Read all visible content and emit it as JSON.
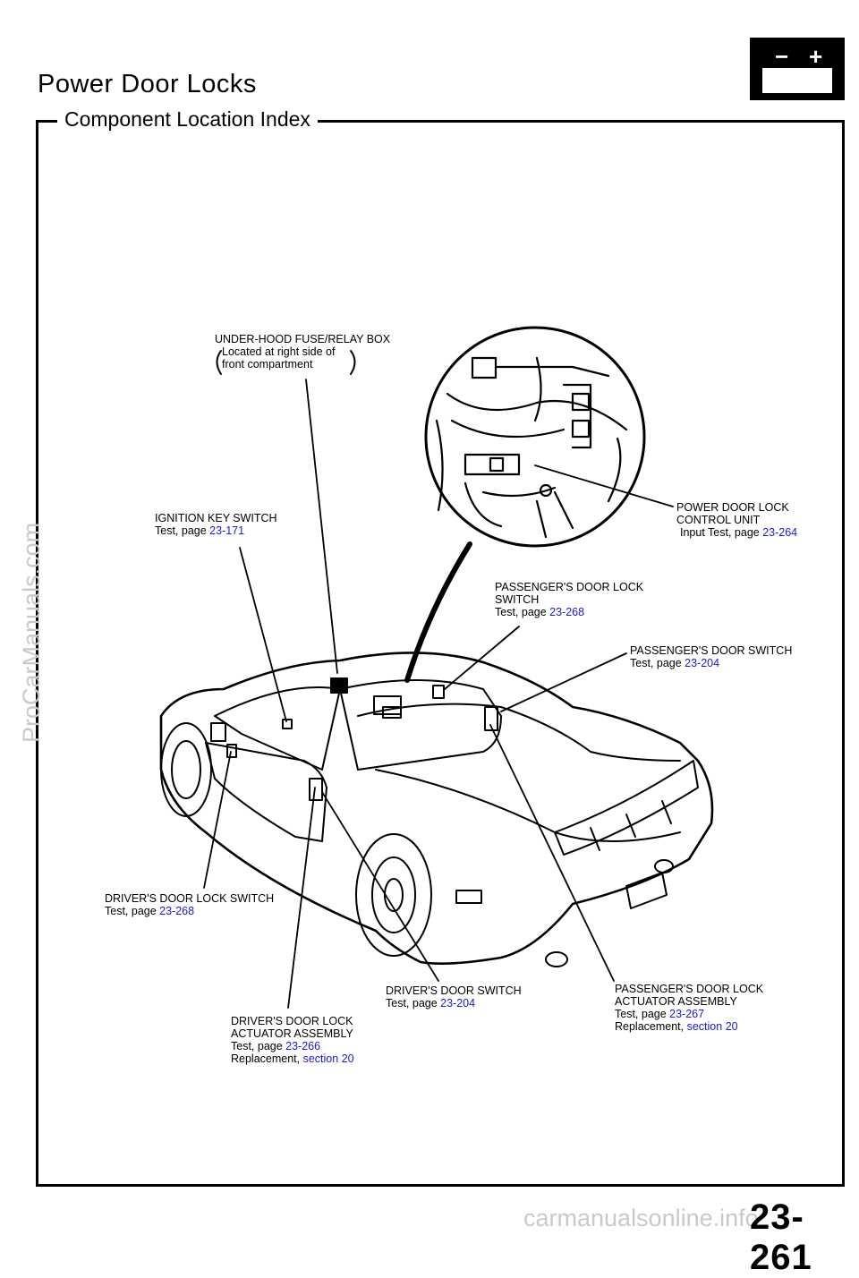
{
  "header": {
    "title": "Power Door Locks",
    "subtitle": "Component Location Index"
  },
  "battery_icon": {
    "minus": "−",
    "plus": "+"
  },
  "callouts": {
    "fuse_box": {
      "name": "UNDER-HOOD FUSE/RELAY BOX",
      "note_1": "Located at right side of",
      "note_2": "front compartment"
    },
    "ignition": {
      "name": "IGNITION KEY SWITCH",
      "test": "Test, page ",
      "test_ref": "23-171"
    },
    "control_unit": {
      "name_1": "POWER DOOR LOCK",
      "name_2": "CONTROL UNIT",
      "test": "Input Test, page ",
      "test_ref": "23-264"
    },
    "pass_lock_switch": {
      "name_1": "PASSENGER'S DOOR LOCK",
      "name_2": "SWITCH",
      "test": "Test, page ",
      "test_ref": "23-268"
    },
    "pass_door_switch": {
      "name": "PASSENGER'S DOOR SWITCH",
      "test": "Test, page ",
      "test_ref": "23-204"
    },
    "drv_lock_switch": {
      "name": "DRIVER'S DOOR LOCK SWITCH",
      "test": "Test, page ",
      "test_ref": "23-268"
    },
    "drv_door_switch": {
      "name": "DRIVER'S DOOR SWITCH",
      "test": "Test, page ",
      "test_ref": "23-204"
    },
    "pass_actuator": {
      "name_1": "PASSENGER'S DOOR LOCK",
      "name_2": "ACTUATOR ASSEMBLY",
      "test": "Test, page ",
      "test_ref": "23-267",
      "repl": "Replacement, ",
      "repl_ref": "section 20"
    },
    "drv_actuator": {
      "name_1": "DRIVER'S DOOR LOCK",
      "name_2": "ACTUATOR ASSEMBLY",
      "test": "Test, page ",
      "test_ref": "23-266",
      "repl": "Replacement, ",
      "repl_ref": "section 20"
    }
  },
  "watermark": "ProCarManuals.com",
  "footer_watermark": "carmanualsonline.info",
  "page_number": "23-261",
  "colors": {
    "link": "#1a1ad6",
    "watermark": "#c9c9c9"
  }
}
